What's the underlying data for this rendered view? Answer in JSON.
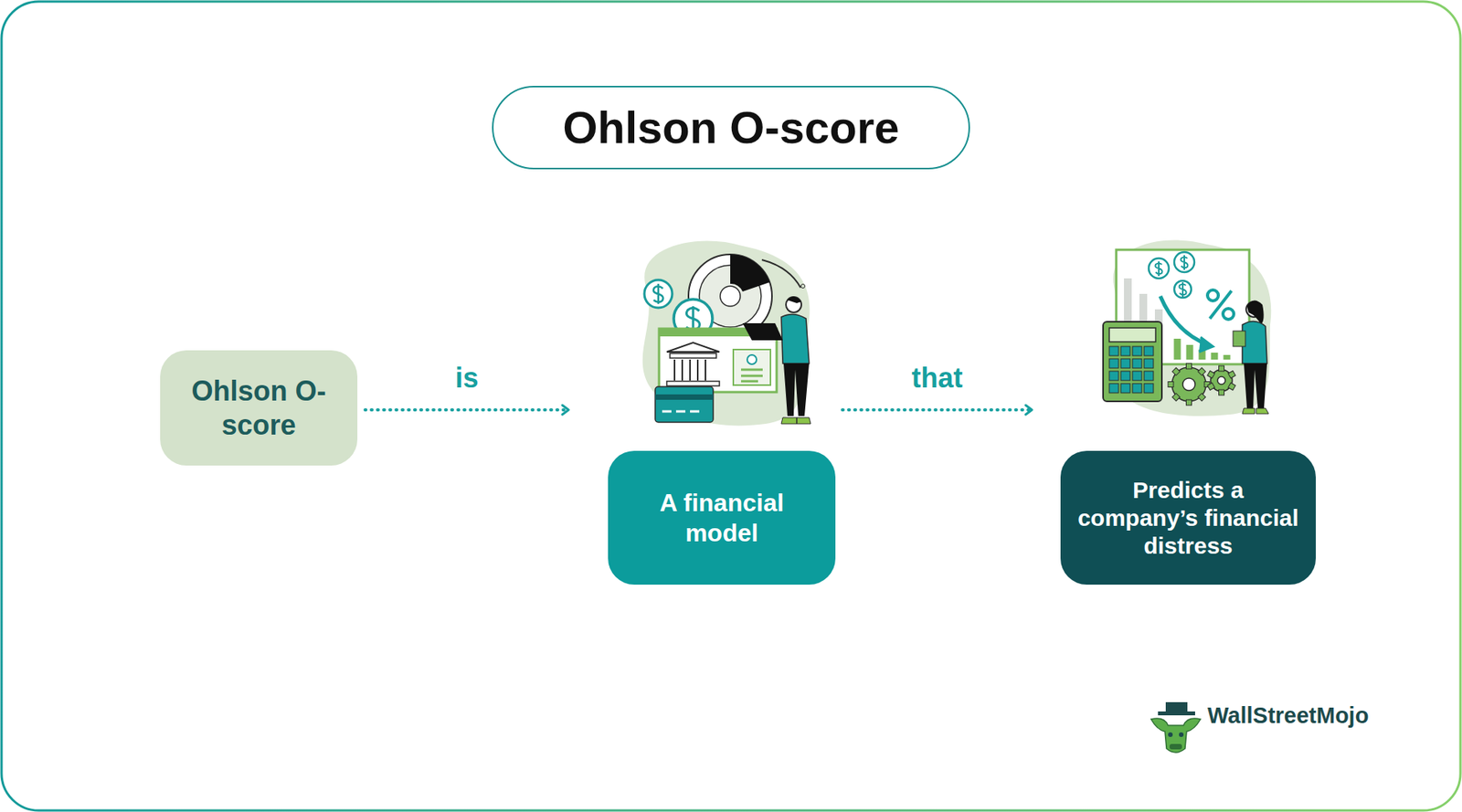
{
  "diagram": {
    "title": "Ohlson O-score",
    "nodes": [
      {
        "text": [
          "Ohlson O-score"
        ]
      },
      {
        "text": [
          "A financial model"
        ]
      },
      {
        "text": [
          "Predicts a company’s financial distress"
        ]
      }
    ],
    "edges": [
      {
        "from": 0,
        "to": 1,
        "label": "is",
        "arrow": "to"
      },
      {
        "from": 1,
        "to": 2,
        "label": "that",
        "arrow": "to"
      }
    ],
    "labels": [
      "WallStreetMojo"
    ]
  }
}
